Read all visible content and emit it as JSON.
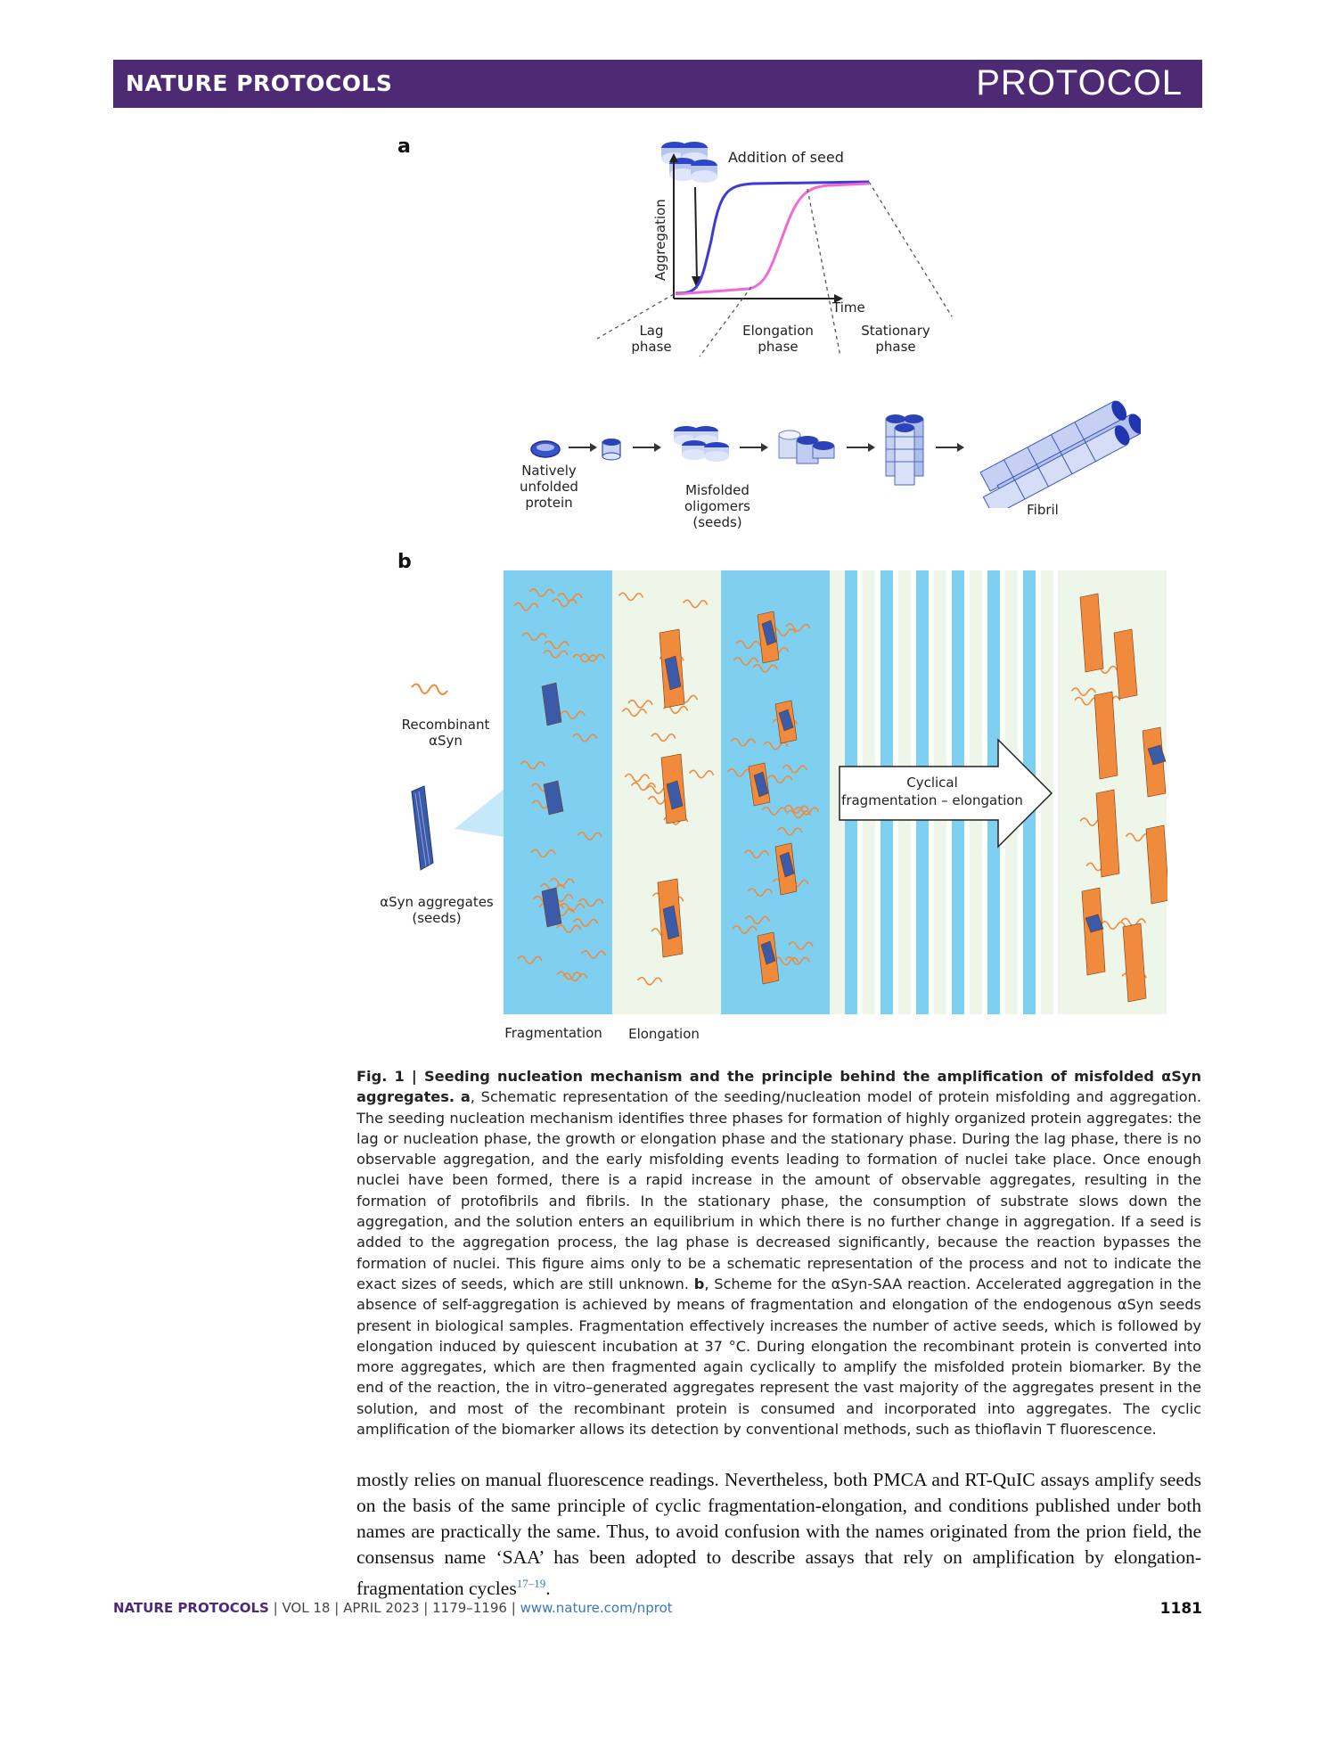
{
  "header": {
    "journal": "NATURE PROTOCOLS",
    "article_type": "PROTOCOL"
  },
  "panel_a": {
    "label": "a",
    "y_axis": "Aggregation",
    "x_axis": "Time",
    "seed_label": "Addition of seed",
    "phases": [
      "Lag\nphase",
      "Elongation\nphase",
      "Stationary\nphase"
    ],
    "pathway": {
      "natively_unfolded": "Natively\nunfolded\nprotein",
      "oligomers": "Misfolded\noligomers\n(seeds)",
      "fibril": "Fibril"
    },
    "curve_colors": {
      "seeded": "#3b3bd6",
      "unseeded": "#f06ad6"
    }
  },
  "panel_b": {
    "label": "b",
    "recombinant": "Recombinant\nαSyn",
    "aggregates": "αSyn aggregates\n(seeds)",
    "arrow_text": "Cyclical\nfragmentation – elongation",
    "fragmentation": "Fragmentation",
    "elongation": "Elongation",
    "colors": {
      "fragmentation_band": "#7fd0f0",
      "elongation_band": "#eef6ea",
      "fibril": "#f08a3c",
      "seed": "#3b5ba8"
    }
  },
  "caption": {
    "title": "Fig. 1 | Seeding nucleation mechanism and the principle behind the amplification of misfolded αSyn aggregates.",
    "a_label": "a",
    "a_text": ", Schematic representation of the seeding/nucleation model of protein misfolding and aggregation. The seeding nucleation mechanism identifies three phases for formation of highly organized protein aggregates: the lag or nucleation phase, the growth or elongation phase and the stationary phase. During the lag phase, there is no observable aggregation, and the early misfolding events leading to formation of nuclei take place. Once enough nuclei have been formed, there is a rapid increase in the amount of observable aggregates, resulting in the formation of protofibrils and fibrils. In the stationary phase, the consumption of substrate slows down the aggregation, and the solution enters an equilibrium in which there is no further change in aggregation. If a seed is added to the aggregation process, the lag phase is decreased significantly, because the reaction bypasses the formation of nuclei. This figure aims only to be a schematic representation of the process and not to indicate the exact sizes of seeds, which are still unknown. ",
    "b_label": "b",
    "b_text": ", Scheme for the αSyn-SAA reaction. Accelerated aggregation in the absence of self-aggregation is achieved by means of fragmentation and elongation of the endogenous αSyn seeds present in biological samples. Fragmentation effectively increases the number of active seeds, which is followed by elongation induced by quiescent incubation at 37 °C. During elongation the recombinant protein is converted into more aggregates, which are then fragmented again cyclically to amplify the misfolded protein biomarker. By the end of the reaction, the in vitro–generated aggregates represent the vast majority of the aggregates present in the solution, and most of the recombinant protein is consumed and incorporated into aggregates. The cyclic amplification of the biomarker allows its detection by conventional methods, such as thioflavin T fluorescence."
  },
  "body": {
    "text": "mostly relies on manual fluorescence readings. Nevertheless, both PMCA and RT-QuIC assays amplify seeds on the basis of the same principle of cyclic fragmentation-elongation, and conditions published under both names are practically the same. Thus, to avoid confusion with the names originated from the prion field, the consensus name ‘SAA’ has been adopted to describe assays that rely on amplification by elongation-fragmentation cycles",
    "ref": "17–19",
    "end": "."
  },
  "footer": {
    "journal": "NATURE PROTOCOLS",
    "volume": "VOL 18",
    "date": "APRIL 2023",
    "pages": "1179–1196",
    "url": "www.nature.com/nprot",
    "page_number": "1181"
  }
}
